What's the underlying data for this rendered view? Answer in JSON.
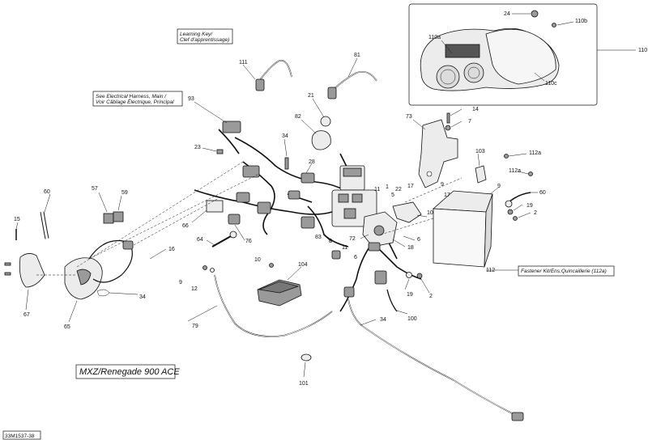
{
  "callouts": [
    {
      "id": "c1",
      "text": "24"
    },
    {
      "id": "c2",
      "text": "110b"
    },
    {
      "id": "c3",
      "text": "110a"
    },
    {
      "id": "c4",
      "text": "110"
    },
    {
      "id": "c5",
      "text": "110c"
    },
    {
      "id": "c6",
      "text": "111"
    },
    {
      "id": "c7",
      "text": "81"
    },
    {
      "id": "c8",
      "text": "93"
    },
    {
      "id": "c9",
      "text": "21"
    },
    {
      "id": "c10",
      "text": "82"
    },
    {
      "id": "c11",
      "text": "34"
    },
    {
      "id": "c12",
      "text": "23"
    },
    {
      "id": "c13",
      "text": "73"
    },
    {
      "id": "c14",
      "text": "14"
    },
    {
      "id": "c15",
      "text": "7"
    },
    {
      "id": "c16",
      "text": "103"
    },
    {
      "id": "c17",
      "text": "112a"
    },
    {
      "id": "c18",
      "text": "112a"
    },
    {
      "id": "c19",
      "text": "28"
    },
    {
      "id": "c20",
      "text": "11"
    },
    {
      "id": "c21",
      "text": "1"
    },
    {
      "id": "c22",
      "text": "5"
    },
    {
      "id": "c23",
      "text": "22"
    },
    {
      "id": "c24",
      "text": "17"
    },
    {
      "id": "c25",
      "text": "9"
    },
    {
      "id": "c26",
      "text": "17"
    },
    {
      "id": "c27",
      "text": "9"
    },
    {
      "id": "c28",
      "text": "60"
    },
    {
      "id": "c29",
      "text": "19"
    },
    {
      "id": "c30",
      "text": "2"
    },
    {
      "id": "c31",
      "text": "60"
    },
    {
      "id": "c32",
      "text": "57"
    },
    {
      "id": "c33",
      "text": "59"
    },
    {
      "id": "c34",
      "text": "66"
    },
    {
      "id": "c35",
      "text": "16"
    },
    {
      "id": "c36",
      "text": "15"
    },
    {
      "id": "c37",
      "text": "64"
    },
    {
      "id": "c38",
      "text": "76"
    },
    {
      "id": "c39",
      "text": "83"
    },
    {
      "id": "c40",
      "text": "72"
    },
    {
      "id": "c41",
      "text": "8"
    },
    {
      "id": "c42",
      "text": "11"
    },
    {
      "id": "c43",
      "text": "18"
    },
    {
      "id": "c44",
      "text": "6"
    },
    {
      "id": "c45",
      "text": "6"
    },
    {
      "id": "c46",
      "text": "10"
    },
    {
      "id": "c47",
      "text": "112"
    },
    {
      "id": "c48",
      "text": "9"
    },
    {
      "id": "c49",
      "text": "12"
    },
    {
      "id": "c50",
      "text": "10"
    },
    {
      "id": "c51",
      "text": "104"
    },
    {
      "id": "c52",
      "text": "19"
    },
    {
      "id": "c53",
      "text": "2"
    },
    {
      "id": "c54",
      "text": "67"
    },
    {
      "id": "c55",
      "text": "65"
    },
    {
      "id": "c56",
      "text": "34"
    },
    {
      "id": "c57",
      "text": "79"
    },
    {
      "id": "c58",
      "text": "34"
    },
    {
      "id": "c59",
      "text": "100"
    },
    {
      "id": "c60",
      "text": "101"
    }
  ],
  "notes": {
    "learning_key": [
      "Learning Key/",
      "Clef d'apprentissage)"
    ],
    "see_harness": [
      "See Electrical Harness, Main /",
      "Voir Câblage Électrique, Principal"
    ],
    "fastener_kit": "Fastener Kit/Ens.Quincaillerie (112a)"
  },
  "model_label": "MXZ/Renegade 900 ACE",
  "ref_code": "33M1537-38"
}
